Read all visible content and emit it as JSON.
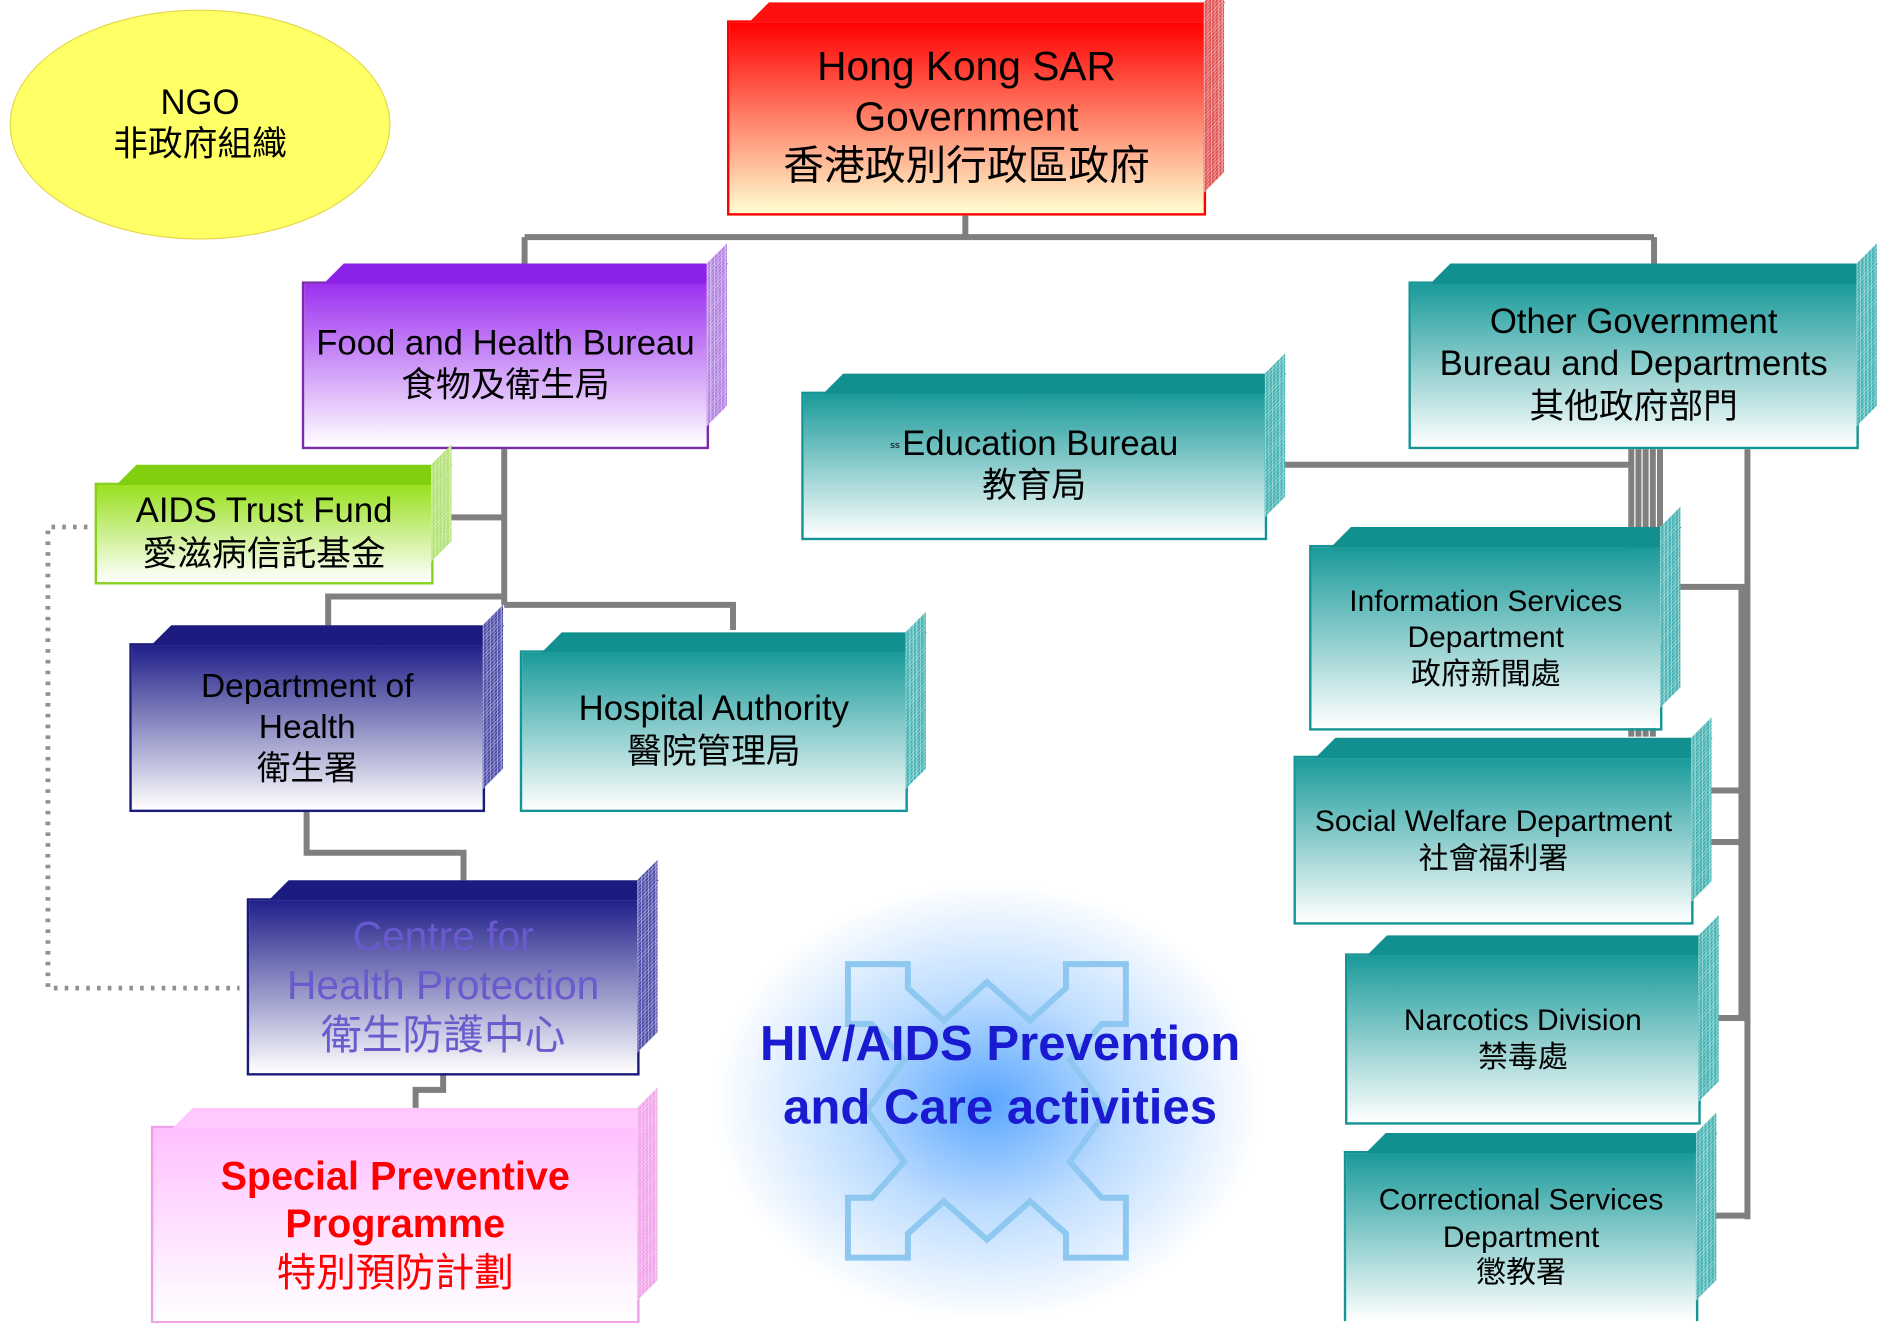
{
  "nodes": {
    "hk_gov": {
      "lines": [
        "Hong Kong SAR",
        "Government",
        "香港政別行政區政府"
      ]
    },
    "fhb": {
      "lines": [
        "Food and Health Bureau",
        "食物及衛生局"
      ]
    },
    "atf": {
      "lines": [
        "AIDS Trust Fund",
        "愛滋病信託基金"
      ]
    },
    "doh": {
      "lines": [
        "Department of",
        "Health",
        "衛生署"
      ]
    },
    "ha": {
      "lines": [
        "Hospital Authority",
        "醫院管理局"
      ]
    },
    "chp": {
      "lines": [
        "Centre for",
        "Health Protection",
        "衛生防護中心"
      ]
    },
    "spp": {
      "lines": [
        "Special Preventive",
        "Programme",
        "特別預防計劃"
      ]
    },
    "edb": {
      "lines": [
        "Education Bureau",
        "教育局"
      ]
    },
    "ogd": {
      "lines": [
        "Other Government",
        "Bureau and Departments",
        "其他政府部門"
      ]
    },
    "isd": {
      "lines": [
        "Information Services",
        "Department",
        "政府新聞處"
      ]
    },
    "swd": {
      "lines": [
        "Social Welfare Department",
        "社會福利署"
      ]
    },
    "nd": {
      "lines": [
        "Narcotics Division",
        "禁毒處"
      ]
    },
    "csd": {
      "lines": [
        "Correctional Services",
        "Department",
        "懲教署"
      ]
    },
    "ngo": {
      "lines": [
        "NGO",
        "非政府組織"
      ]
    }
  },
  "center": {
    "lines": [
      "HIV/AIDS Prevention",
      "and Care activities"
    ]
  },
  "colors": {
    "connector": "#7f7f7f",
    "arrow": "#8ec8f0",
    "center_text": "#1a1ad0"
  }
}
